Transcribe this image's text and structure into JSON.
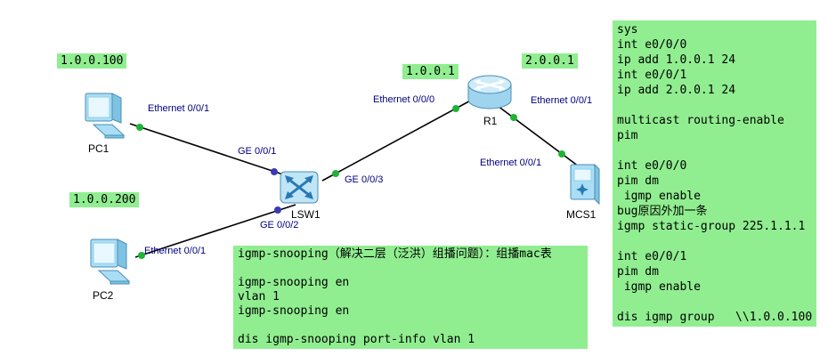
{
  "colors": {
    "highlight": "#90ee90",
    "port_label": "#000080",
    "link": "#000000",
    "dot_green": "#1fb335",
    "dot_blue": "#3a3ab4"
  },
  "devices": {
    "pc1": {
      "label": "PC1",
      "icon": "pc-icon"
    },
    "pc2": {
      "label": "PC2",
      "icon": "pc-icon"
    },
    "lsw1": {
      "label": "LSW1",
      "icon": "switch-icon"
    },
    "r1": {
      "label": "R1",
      "icon": "router-icon"
    },
    "mcs1": {
      "label": "MCS1",
      "icon": "multicast-source-icon"
    }
  },
  "links": [
    {
      "from": "PC1",
      "from_port": "Ethernet 0/0/1",
      "to": "LSW1",
      "to_port": "GE 0/0/1"
    },
    {
      "from": "PC2",
      "from_port": "Ethernet 0/0/1",
      "to": "LSW1",
      "to_port": "GE 0/0/2"
    },
    {
      "from": "LSW1",
      "from_port": "GE 0/0/3",
      "to": "R1",
      "to_port": "Ethernet 0/0/0"
    },
    {
      "from": "R1",
      "from_port": "Ethernet 0/0/1",
      "to": "MCS1",
      "to_port": "Ethernet 0/0/1"
    }
  ],
  "ip_labels": {
    "pc1": "1.0.0.100",
    "pc2": "1.0.0.200",
    "r1_e0": "1.0.0.1",
    "r1_e1": "2.0.0.1"
  },
  "notes": {
    "igmp_snooping": [
      "igmp-snooping（解决二层（泛洪）组播问题）：组播mac表",
      "",
      "igmp-snooping en",
      "vlan 1",
      "igmp-snooping en",
      "",
      "dis igmp-snooping port-info vlan 1"
    ],
    "router_config": [
      "sys",
      "int e0/0/0",
      "ip add 1.0.0.1 24",
      "int e0/0/1",
      "ip add 2.0.0.1 24",
      "",
      "multicast routing-enable",
      "pim",
      "",
      "int e0/0/0",
      "pim dm",
      " igmp enable",
      "bug原因外加一条",
      "igmp static-group 225.1.1.1",
      "",
      "int e0/0/1",
      "pim dm",
      " igmp enable",
      "",
      "dis igmp group   \\\\1.0.0.100"
    ]
  }
}
